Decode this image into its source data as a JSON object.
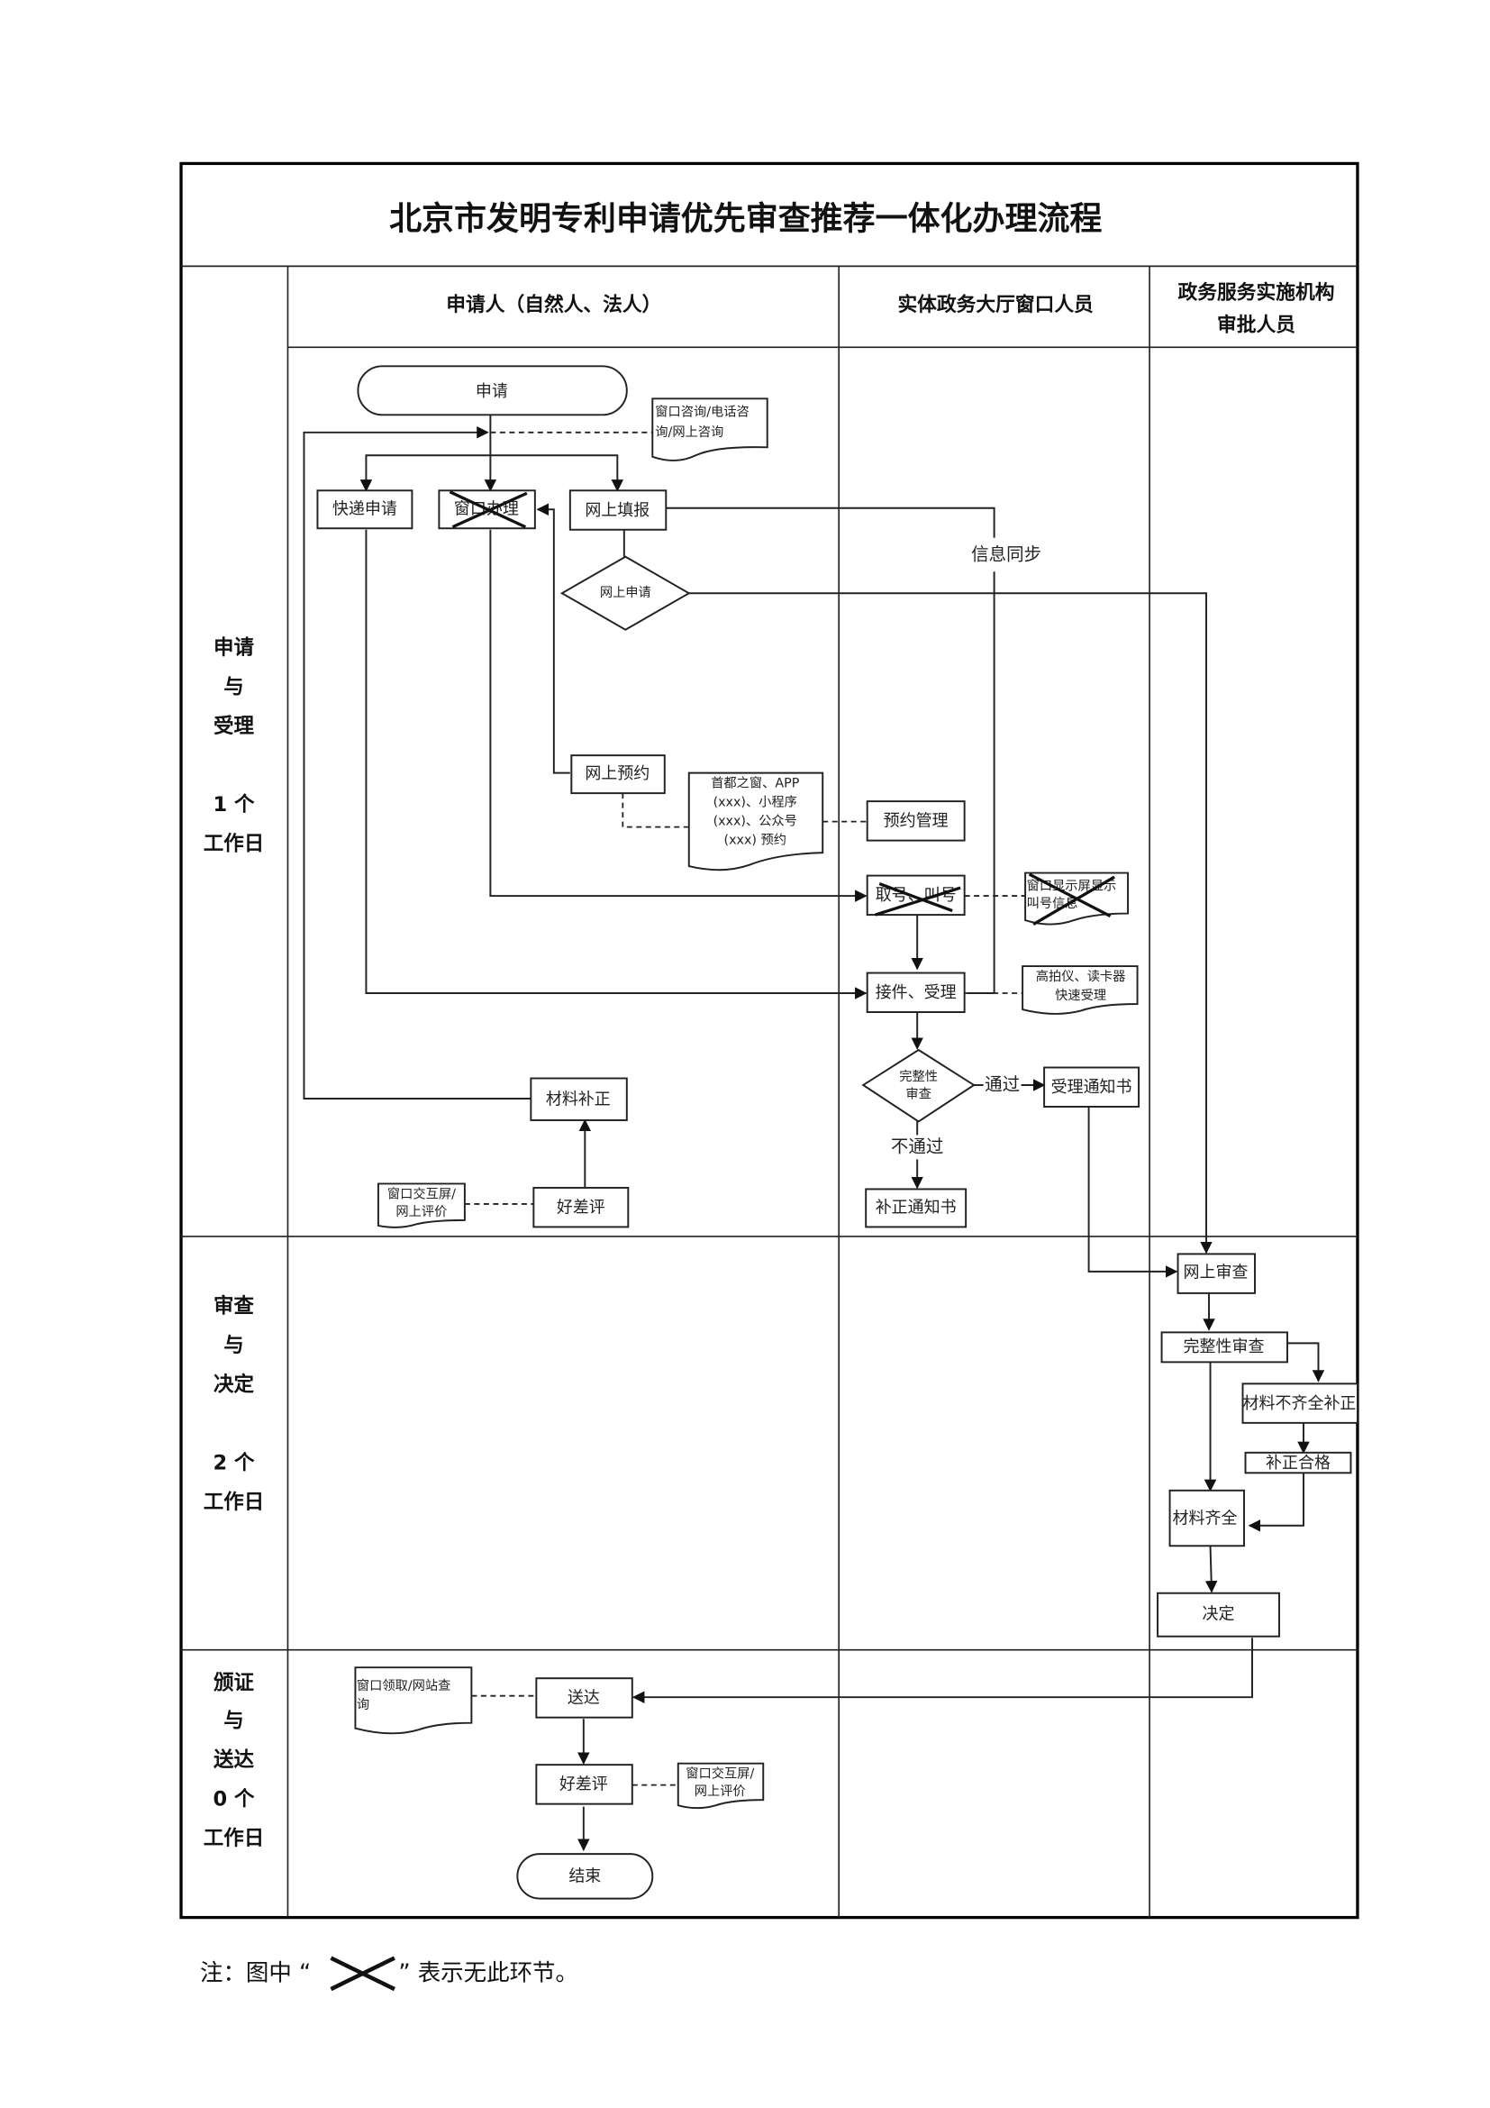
{
  "title": "北京市发明专利申请优先审查推荐一体化办理流程",
  "lanes": {
    "applicant": "申请人（自然人、法人）",
    "window_staff": "实体政务大厅窗口人员",
    "approver_line1": "政务服务实施机构",
    "approver_line2": "审批人员"
  },
  "phases": [
    {
      "lines": [
        "申请",
        "与",
        "受理"
      ],
      "days_count": "1 个",
      "days_unit": "工作日"
    },
    {
      "lines": [
        "审查",
        "与",
        "决定"
      ],
      "days_count": "2 个",
      "days_unit": "工作日"
    },
    {
      "lines": [
        "颁证",
        "与",
        "送达"
      ],
      "days_count": "0 个",
      "days_unit": "工作日"
    }
  ],
  "nodes": {
    "start": "申请",
    "consult_doc_line1": "窗口咨询/电话咨",
    "consult_doc_line2": "询/网上咨询",
    "express_apply": "快递申请",
    "window_handle": "窗口办理",
    "online_fill": "网上填报",
    "online_apply": "网上申请",
    "info_sync": "信息同步",
    "online_reserve": "网上预约",
    "reserve_channels": [
      "首都之窗、APP",
      "(xxx)、小程序",
      "(xxx)、公众号",
      "(xxx) 预约"
    ],
    "reserve_manage": "预约管理",
    "take_number": "取号、叫号",
    "screen_doc_line1": "窗口显示屏显示",
    "screen_doc_line2": "叫号信息",
    "receive_accept": "接件、受理",
    "device_doc_line1": "高拍仪、读卡器",
    "device_doc_line2": "快速受理",
    "completeness_diamond_line1": "完整性",
    "completeness_diamond_line2": "审查",
    "pass_label": "通过",
    "fail_label": "不通过",
    "accept_notice": "受理通知书",
    "correction_notice": "补正通知书",
    "material_correction": "材料补正",
    "rating_1": "好差评",
    "rating_doc_line1": "窗口交互屏/",
    "rating_doc_line2": "网上评价",
    "online_review": "网上审查",
    "completeness_review": "完整性审查",
    "incomplete_correction": "材料不齐全补正",
    "correction_ok": "补正合格",
    "materials_complete": "材料齐全",
    "decision": "决定",
    "pickup_doc_line1": "窗口领取/网站查",
    "pickup_doc_line2": "询",
    "delivery": "送达",
    "rating_2": "好差评",
    "rating_doc2_line1": "窗口交互屏/",
    "rating_doc2_line2": "网上评价",
    "end": "结束"
  },
  "note": {
    "prefix": "注：图中 “",
    "suffix": "” 表示无此环节。"
  }
}
